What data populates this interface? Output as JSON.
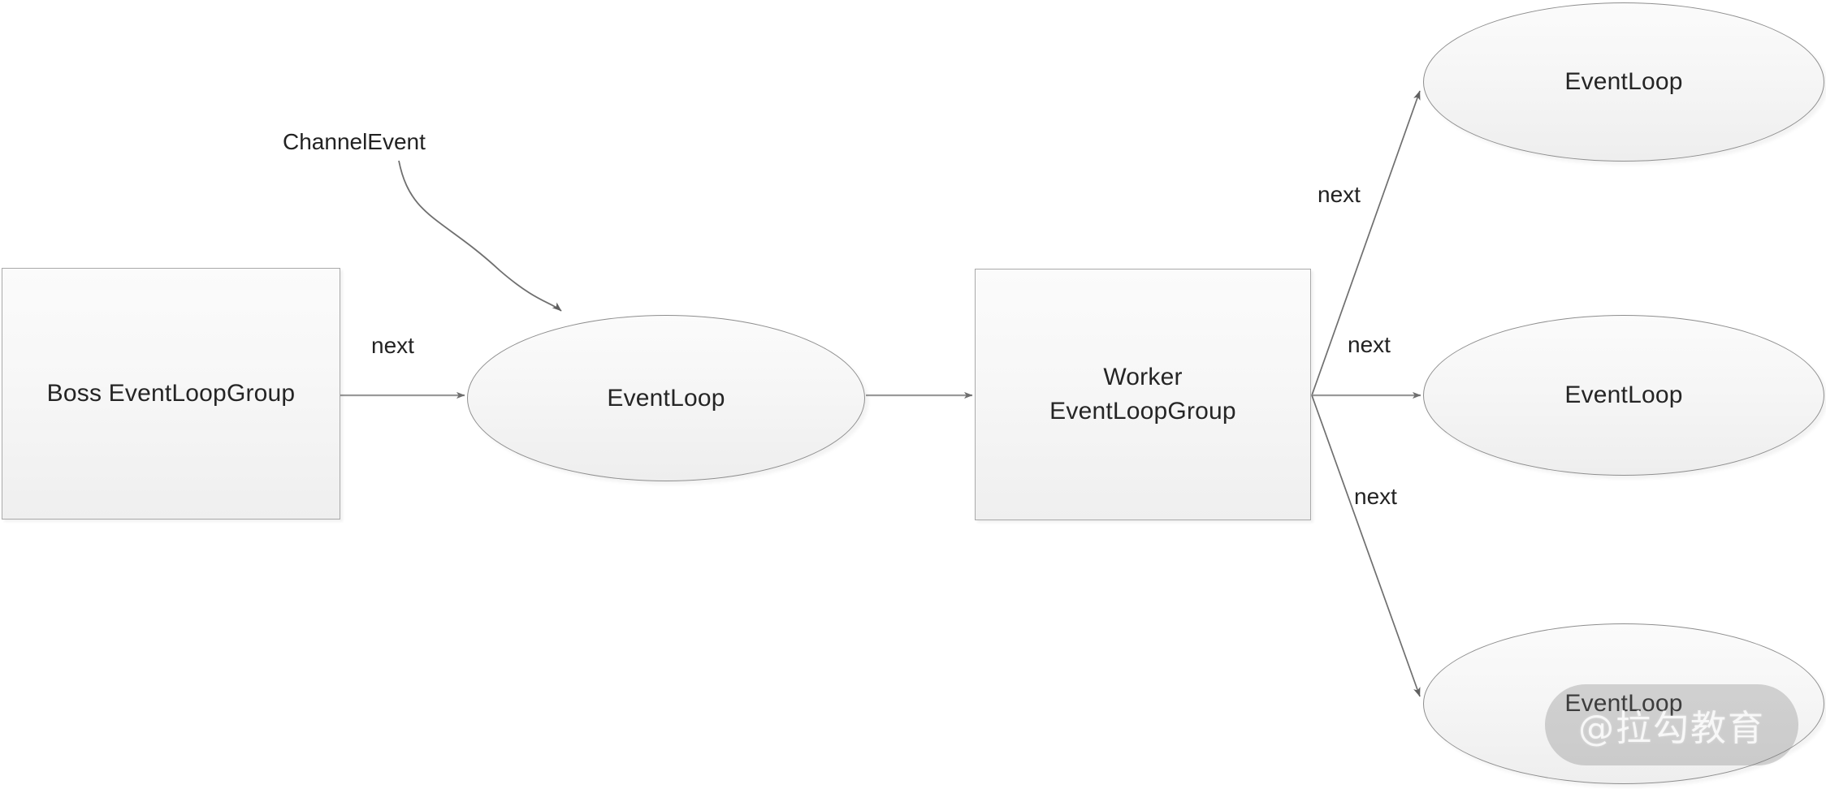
{
  "diagram": {
    "title": "Netty Boss/Worker EventLoopGroup flow",
    "background_color": "#ffffff",
    "shape_fill": "#f5f5f5",
    "shape_border_color": "#a9a9a9",
    "edge_color": "#808080",
    "text_color": "#252525"
  },
  "nodes": {
    "boss_group": {
      "label": "Boss EventLoopGroup",
      "shape": "rectangle"
    },
    "eventloop_center": {
      "label": "EventLoop",
      "shape": "ellipse"
    },
    "worker_group": {
      "label_line1": "Worker",
      "label_line2": "EventLoopGroup",
      "shape": "rectangle"
    },
    "eventloop_top": {
      "label": "EventLoop",
      "shape": "ellipse"
    },
    "eventloop_middle": {
      "label": "EventLoop",
      "shape": "ellipse"
    },
    "eventloop_bottom": {
      "label": "EventLoop",
      "shape": "ellipse"
    }
  },
  "edge_labels": {
    "channel_event": "ChannelEvent",
    "next_boss": "next",
    "next_top": "next",
    "next_middle": "next",
    "next_bottom": "next"
  },
  "watermark": {
    "text": "@拉勾教育"
  }
}
